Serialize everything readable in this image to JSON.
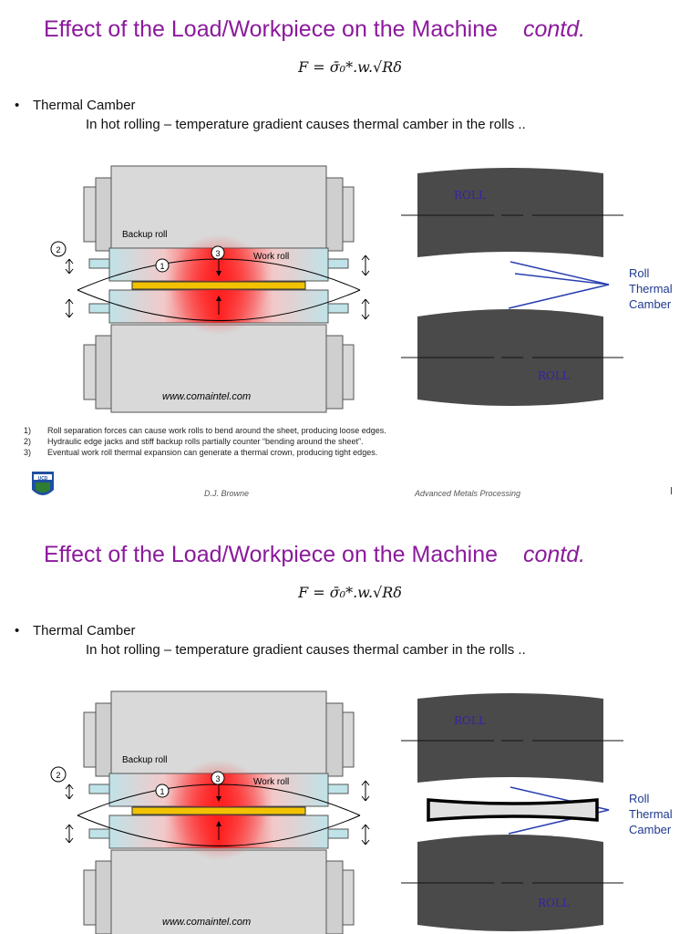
{
  "slide1": {
    "title": "Effect of the Load/Workpiece on the Machine",
    "title_suffix": "contd.",
    "formula": "F = σ̄₀*.w.√Rδ",
    "bullet": "Thermal Camber",
    "subline": "In hot rolling – temperature gradient causes thermal camber in the rolls ..",
    "figure": {
      "backup_roll_label": "Backup roll",
      "work_roll_label": "Work roll",
      "callout_1": "1",
      "callout_2": "2",
      "callout_3": "3",
      "website": "www.comaintel.com"
    },
    "roll_diagram": {
      "roll_top": "ROLL",
      "roll_bottom": "ROLL",
      "camber_label_1": "Roll",
      "camber_label_2": "Thermal",
      "camber_label_3": "Camber"
    },
    "notes": [
      {
        "num": "1)",
        "text": "Roll separation forces can cause work rolls to bend around the sheet, producing loose edges."
      },
      {
        "num": "2)",
        "text": "Hydraulic edge jacks and stiff backup rolls partially counter “bending around the sheet”."
      },
      {
        "num": "3)",
        "text": "Eventual work roll thermal expansion can generate a thermal crown, producing tight edges."
      }
    ],
    "footer_author": "D.J. Browne",
    "footer_course": "Advanced Metals Processing",
    "logo_text": "UCD"
  },
  "slide2": {
    "title": "Effect of the Load/Workpiece on the Machine",
    "title_suffix": "contd.",
    "formula": "F = σ̄₀*.w.√Rδ",
    "bullet": "Thermal Camber",
    "subline": "In hot rolling – temperature gradient causes thermal camber in the rolls ..",
    "figure": {
      "backup_roll_label": "Backup roll",
      "work_roll_label": "Work roll",
      "callout_1": "1",
      "callout_2": "2",
      "callout_3": "3",
      "website": "www.comaintel.com"
    },
    "roll_diagram": {
      "roll_top": "ROLL",
      "roll_bottom": "ROLL",
      "camber_label_1": "Roll",
      "camber_label_2": "Thermal",
      "camber_label_3": "Camber"
    }
  },
  "colors": {
    "title": "#8b1a9c",
    "roll_dark": "#4a4a4a",
    "roll_label": "#3a1fa8",
    "camber_line": "#2a3fb0",
    "camber_text": "#1f3a8f",
    "work_roll": "#bfe3e8",
    "hot": "#ff2a2a",
    "strip": "#f2c200"
  }
}
